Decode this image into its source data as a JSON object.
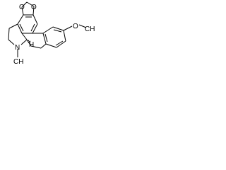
{
  "labels": {
    "methoxy_o": "O",
    "methoxy_ch3": "CH",
    "dioxole_o_top": "O",
    "dioxole_o_bottom": "O",
    "amine_n": "N",
    "n_methyl": "CH",
    "stereo_h": "H"
  },
  "colors": {
    "bond": "#000000",
    "background": "#ffffff"
  }
}
